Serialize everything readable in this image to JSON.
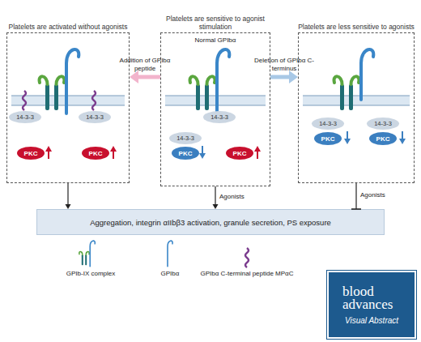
{
  "diagram": {
    "nodes": [
      {
        "text": [
          "Platelets are activated without agonists"
        ]
      },
      {
        "text": [
          "14-3-3"
        ],
        "in": 0
      },
      {
        "text": [
          "14-3-3"
        ],
        "in": 0
      },
      {
        "text": [
          "PKC"
        ],
        "in": 0
      },
      {
        "text": [
          "PKC"
        ],
        "in": 0
      },
      {
        "text": [
          "Platelets are sensitive to agonist stimulation",
          "Normal GPIbα"
        ]
      },
      {
        "text": [
          "14-3-3"
        ],
        "in": 5
      },
      {
        "text": [
          "14-3-3"
        ],
        "in": 5
      },
      {
        "text": [
          "PKC"
        ],
        "in": 5
      },
      {
        "text": [
          "PKC"
        ],
        "in": 5
      },
      {
        "text": [
          "Platelets are less sensitive to agonists"
        ]
      },
      {
        "text": [
          "14-3-3"
        ],
        "in": 10
      },
      {
        "text": [
          "14-3-3"
        ],
        "in": 10
      },
      {
        "text": [
          "PKC"
        ],
        "in": 10
      },
      {
        "text": [
          "PKC"
        ],
        "in": 10
      },
      {
        "text": [
          "Aggregation, integrin αIIbβ3 activation, granule secretion, PS exposure"
        ]
      },
      {
        "text": [
          "blood advances",
          "Visual Abstract"
        ]
      }
    ],
    "edges": [
      {
        "from": 5,
        "to": 0,
        "label": "Addition of GPIbα peptide",
        "arrow": "to"
      },
      {
        "from": 5,
        "to": 10,
        "label": "Deletion of GPIbα C-terminus",
        "arrow": "to"
      },
      {
        "from": 0,
        "to": 15,
        "arrow": "to"
      },
      {
        "from": 5,
        "to": 15,
        "label": "Agonists",
        "arrow": "to"
      },
      {
        "from": 10,
        "to": 15,
        "label": "Agonists",
        "arrow": "none"
      }
    ],
    "legend": [
      {
        "text": "GPIb-IX complex"
      },
      {
        "text": "GPIbα"
      },
      {
        "text": "GPIbα C-terminal peptide MPαC"
      }
    ]
  }
}
